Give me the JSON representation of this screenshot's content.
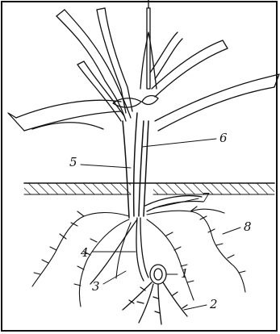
{
  "figure": {
    "labels": {
      "n1": "1",
      "n2": "2",
      "n3": "3",
      "n4": "4",
      "n5": "5",
      "n6": "6",
      "n7": "7",
      "n8": "8"
    },
    "colors": {
      "ink": "#111111",
      "background": "#ffffff"
    }
  }
}
